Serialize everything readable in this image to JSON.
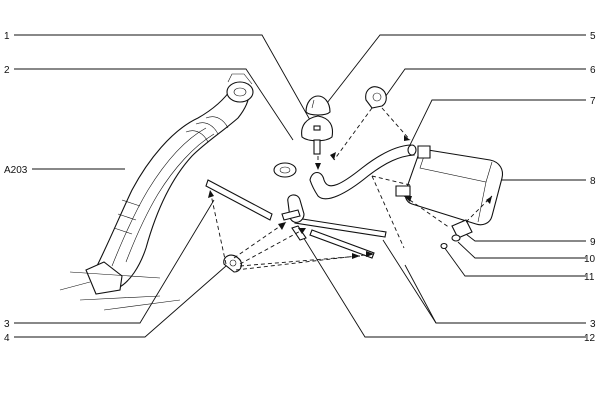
{
  "callouts_left": [
    {
      "id": "c1",
      "text": "1"
    },
    {
      "id": "c2",
      "text": "2"
    },
    {
      "id": "cA",
      "text": "A203"
    },
    {
      "id": "c3l",
      "text": "3"
    },
    {
      "id": "c4",
      "text": "4"
    }
  ],
  "callouts_right": [
    {
      "id": "c5",
      "text": "5"
    },
    {
      "id": "c6",
      "text": "6"
    },
    {
      "id": "c7",
      "text": "7"
    },
    {
      "id": "c8",
      "text": "8"
    },
    {
      "id": "c9",
      "text": "9"
    },
    {
      "id": "c10",
      "text": "10"
    },
    {
      "id": "c11",
      "text": "11"
    },
    {
      "id": "c3r",
      "text": "3"
    },
    {
      "id": "c12",
      "text": "12"
    }
  ]
}
